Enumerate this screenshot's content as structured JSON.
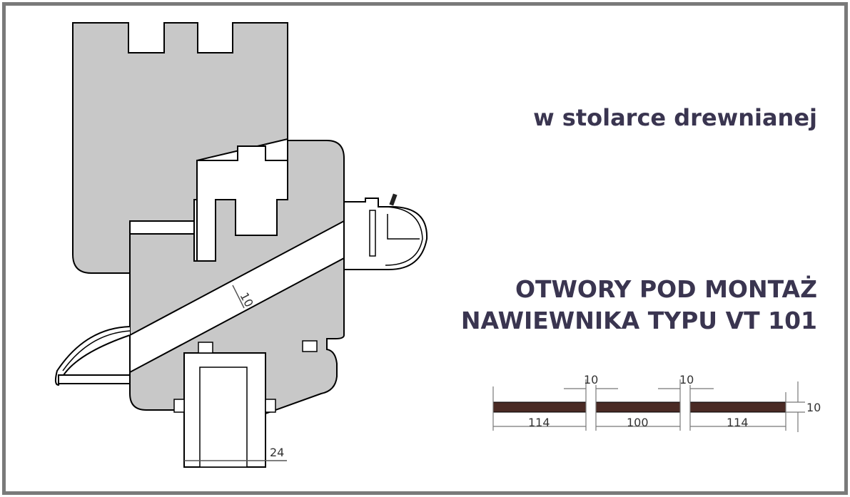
{
  "header": {
    "subtitle": "w stolarce drewnianej",
    "title_line1": "OTWORY POD MONTAŻ",
    "title_line2": "NAWIEWNIKA TYPU VT 101"
  },
  "section_dimensions": {
    "slot_gap": "10",
    "fastener_width": "24"
  },
  "slot_pattern": {
    "segment_left": "114",
    "segment_middle": "100",
    "segment_right": "114",
    "gap_left": "10",
    "gap_right": "10",
    "slot_height": "10"
  },
  "colors": {
    "frame": "#7a7a7a",
    "profile_fill": "#c8c8c8",
    "outline": "#000000",
    "slot_fill": "#4a2a24",
    "text": "#3a3550"
  }
}
